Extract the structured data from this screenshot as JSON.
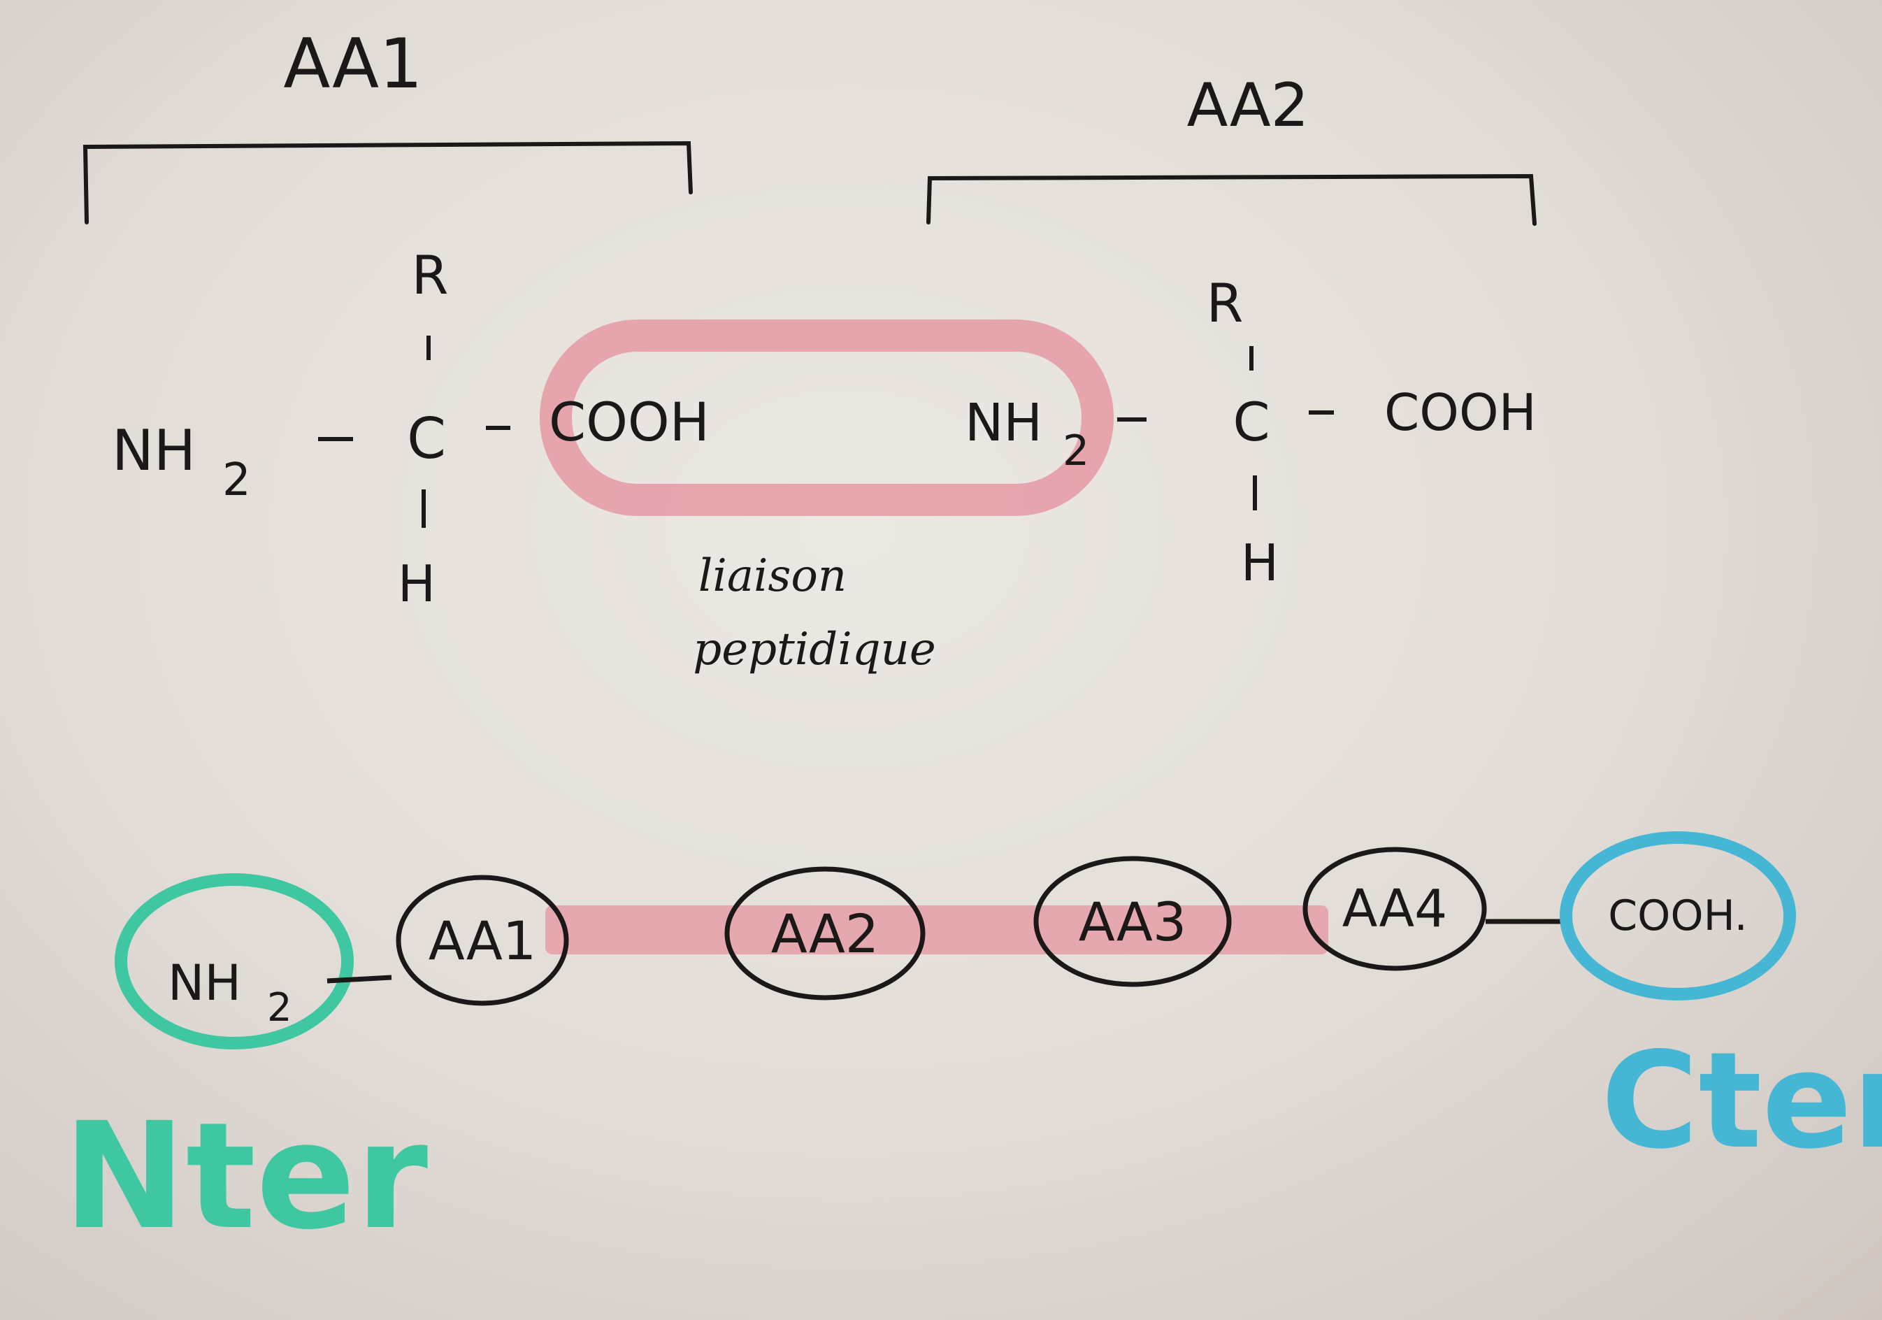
{
  "top": {
    "aa1": {
      "label": "AA1",
      "nh2": "NH",
      "nh2_sub": "2",
      "r": "R",
      "c": "C",
      "h": "H",
      "cooh": "COOH"
    },
    "aa2": {
      "label": "AA2",
      "nh2": "NH",
      "nh2_sub": "2",
      "r": "R",
      "c": "C",
      "h": "H",
      "cooh": "COOH"
    },
    "bond_label_line1": "liaison",
    "bond_label_line2": "peptidique"
  },
  "chain": {
    "n_group": "NH",
    "n_group_sub": "2",
    "residues": [
      "AA1",
      "AA2",
      "AA3",
      "AA4"
    ],
    "c_group": "COOH."
  },
  "terminals": {
    "n_terminal": "Nter",
    "c_terminal": "Cter"
  },
  "colors": {
    "ink": "#1b1918",
    "highlight_pink": "#e59aa4",
    "n_terminal_green": "#3fc7a2",
    "c_terminal_blue": "#45b6d3"
  }
}
